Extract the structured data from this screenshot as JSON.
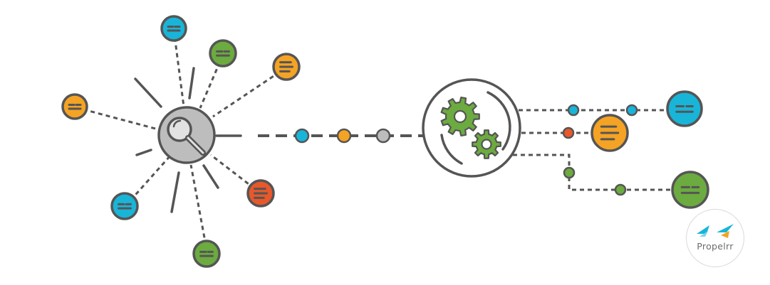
{
  "palette": {
    "blue": "#18b5d9",
    "green": "#6cab3f",
    "orange": "#f5a324",
    "red": "#e8582a",
    "gray": "#bdbdbd",
    "stroke": "#555555"
  },
  "diagram": {
    "hub_icon": "magnifier-icon",
    "processor_icon": "gears-icon",
    "source_nodes": [
      {
        "color": "blue",
        "icon": "dash-lines-icon"
      },
      {
        "color": "green",
        "icon": "dash-lines-icon"
      },
      {
        "color": "orange",
        "icon": "text-lines-icon"
      },
      {
        "color": "orange",
        "icon": "dash-lines-icon"
      },
      {
        "color": "red",
        "icon": "text-lines-icon"
      },
      {
        "color": "blue",
        "icon": "dash-lines-icon"
      },
      {
        "color": "green",
        "icon": "dash-lines-icon"
      }
    ],
    "pipeline_dots": [
      "blue",
      "orange",
      "gray"
    ],
    "output_nodes": [
      {
        "color": "blue",
        "icon": "dash-lines-icon"
      },
      {
        "color": "orange",
        "icon": "text-lines-icon"
      },
      {
        "color": "green",
        "icon": "dash-lines-icon"
      }
    ]
  },
  "brand": {
    "name": "Propelrr"
  }
}
